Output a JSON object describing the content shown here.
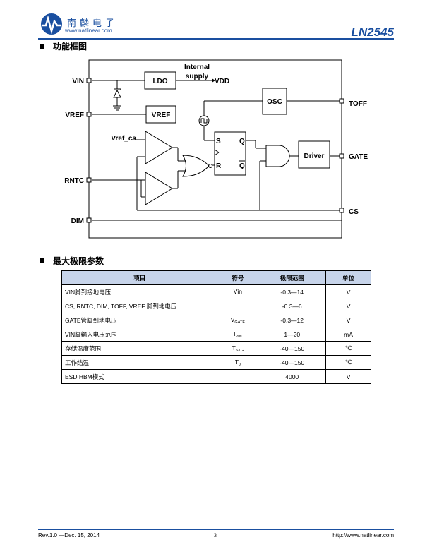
{
  "header": {
    "company_cn": "南麟电子",
    "website": "www.natlinear.com",
    "part_number": "LN2545"
  },
  "sections": {
    "block_diagram_title": "功能框图",
    "abs_max_title": "最大极限参数"
  },
  "diagram": {
    "pins_left": [
      "VIN",
      "VREF",
      "RNTC",
      "DIM"
    ],
    "pins_right": [
      "TOFF",
      "GATE",
      "CS"
    ],
    "blocks": {
      "ldo": "LDO",
      "vref": "VREF",
      "osc": "OSC",
      "driver": "Driver"
    },
    "internal_supply_line1": "Internal",
    "internal_supply_line2": "supply",
    "vdd": "VDD",
    "vref_cs": "Vref_cs",
    "flipflop": {
      "s": "S",
      "r": "R",
      "q": "Q",
      "qbar": "Q"
    }
  },
  "abs_max_table": {
    "headers": [
      "项目",
      "符号",
      "极限范围",
      "单位"
    ],
    "rows": [
      {
        "item": "VIN脚到接地电压",
        "symbol_main": "Vin",
        "symbol_sub": "",
        "range": "-0.3—14",
        "unit": "V"
      },
      {
        "item": "CS, RNTC, DIM, TOFF, VREF  脚到地电压",
        "symbol_main": "",
        "symbol_sub": "",
        "range": "-0.3—6",
        "unit": "V"
      },
      {
        "item": "GATE管脚到地电压",
        "symbol_main": "V",
        "symbol_sub": "GATE",
        "range": "-0.3—12",
        "unit": "V"
      },
      {
        "item": "VIN脚输入电压范围",
        "symbol_main": "I",
        "symbol_sub": "VIN",
        "range": "1—20",
        "unit": "mA"
      },
      {
        "item": "存储温度范围",
        "symbol_main": "T",
        "symbol_sub": "STG",
        "range": "-40—150",
        "unit": "℃"
      },
      {
        "item": "工作结温",
        "symbol_main": "T",
        "symbol_sub": "J",
        "range": "-40—150",
        "unit": "℃"
      },
      {
        "item": "ESD HBM模式",
        "symbol_main": "",
        "symbol_sub": "",
        "range": "4000",
        "unit": "V"
      }
    ]
  },
  "footer": {
    "revision": "Rev.1.0  —Dec. 15, 2014",
    "page": "3",
    "url": "http://www.natlinear.com"
  },
  "colors": {
    "brand_blue": "#1a4fa0",
    "table_header_bg": "#c7d4ea"
  }
}
